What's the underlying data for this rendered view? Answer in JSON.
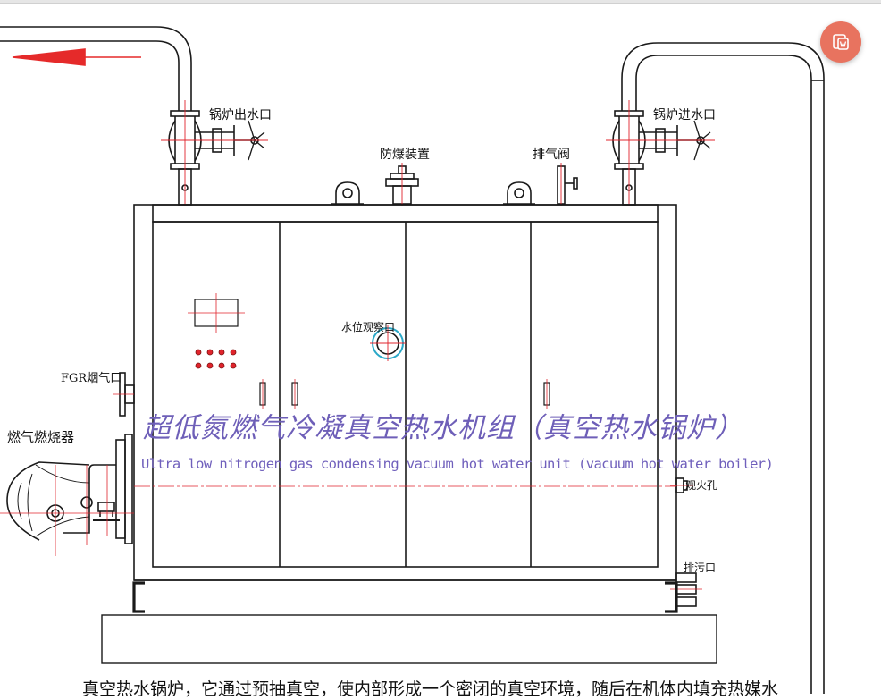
{
  "labels": {
    "boiler_outlet": "锅炉出水口",
    "boiler_inlet": "锅炉进水口",
    "explosion_proof": "防爆装置",
    "vent_valve": "排气阀",
    "water_level_window": "水位观察口",
    "fgr_port": "FGR烟气口",
    "gas_burner": "燃气燃烧器",
    "fire_observation": "观火孔",
    "drain_port": "排污口"
  },
  "title": {
    "chinese": "超低氮燃气冷凝真空热水机组（真空热水锅炉）",
    "english": "Ultra low nitrogen gas condensing vacuum hot water unit (vacuum hot water boiler)"
  },
  "caption": "真空热水锅炉，它通过预抽真空，使内部形成一个密闭的真空环境，随后在机体内填充热媒水",
  "colors": {
    "line": "#1a1a1a",
    "centerline": "#e0242c",
    "arrow": "#e52a2a",
    "title": "#6e5fb8",
    "fab": "#e8735f"
  },
  "icons": {
    "flow_arrow": "left-arrow-icon",
    "floating_button": "document-edit-icon"
  }
}
